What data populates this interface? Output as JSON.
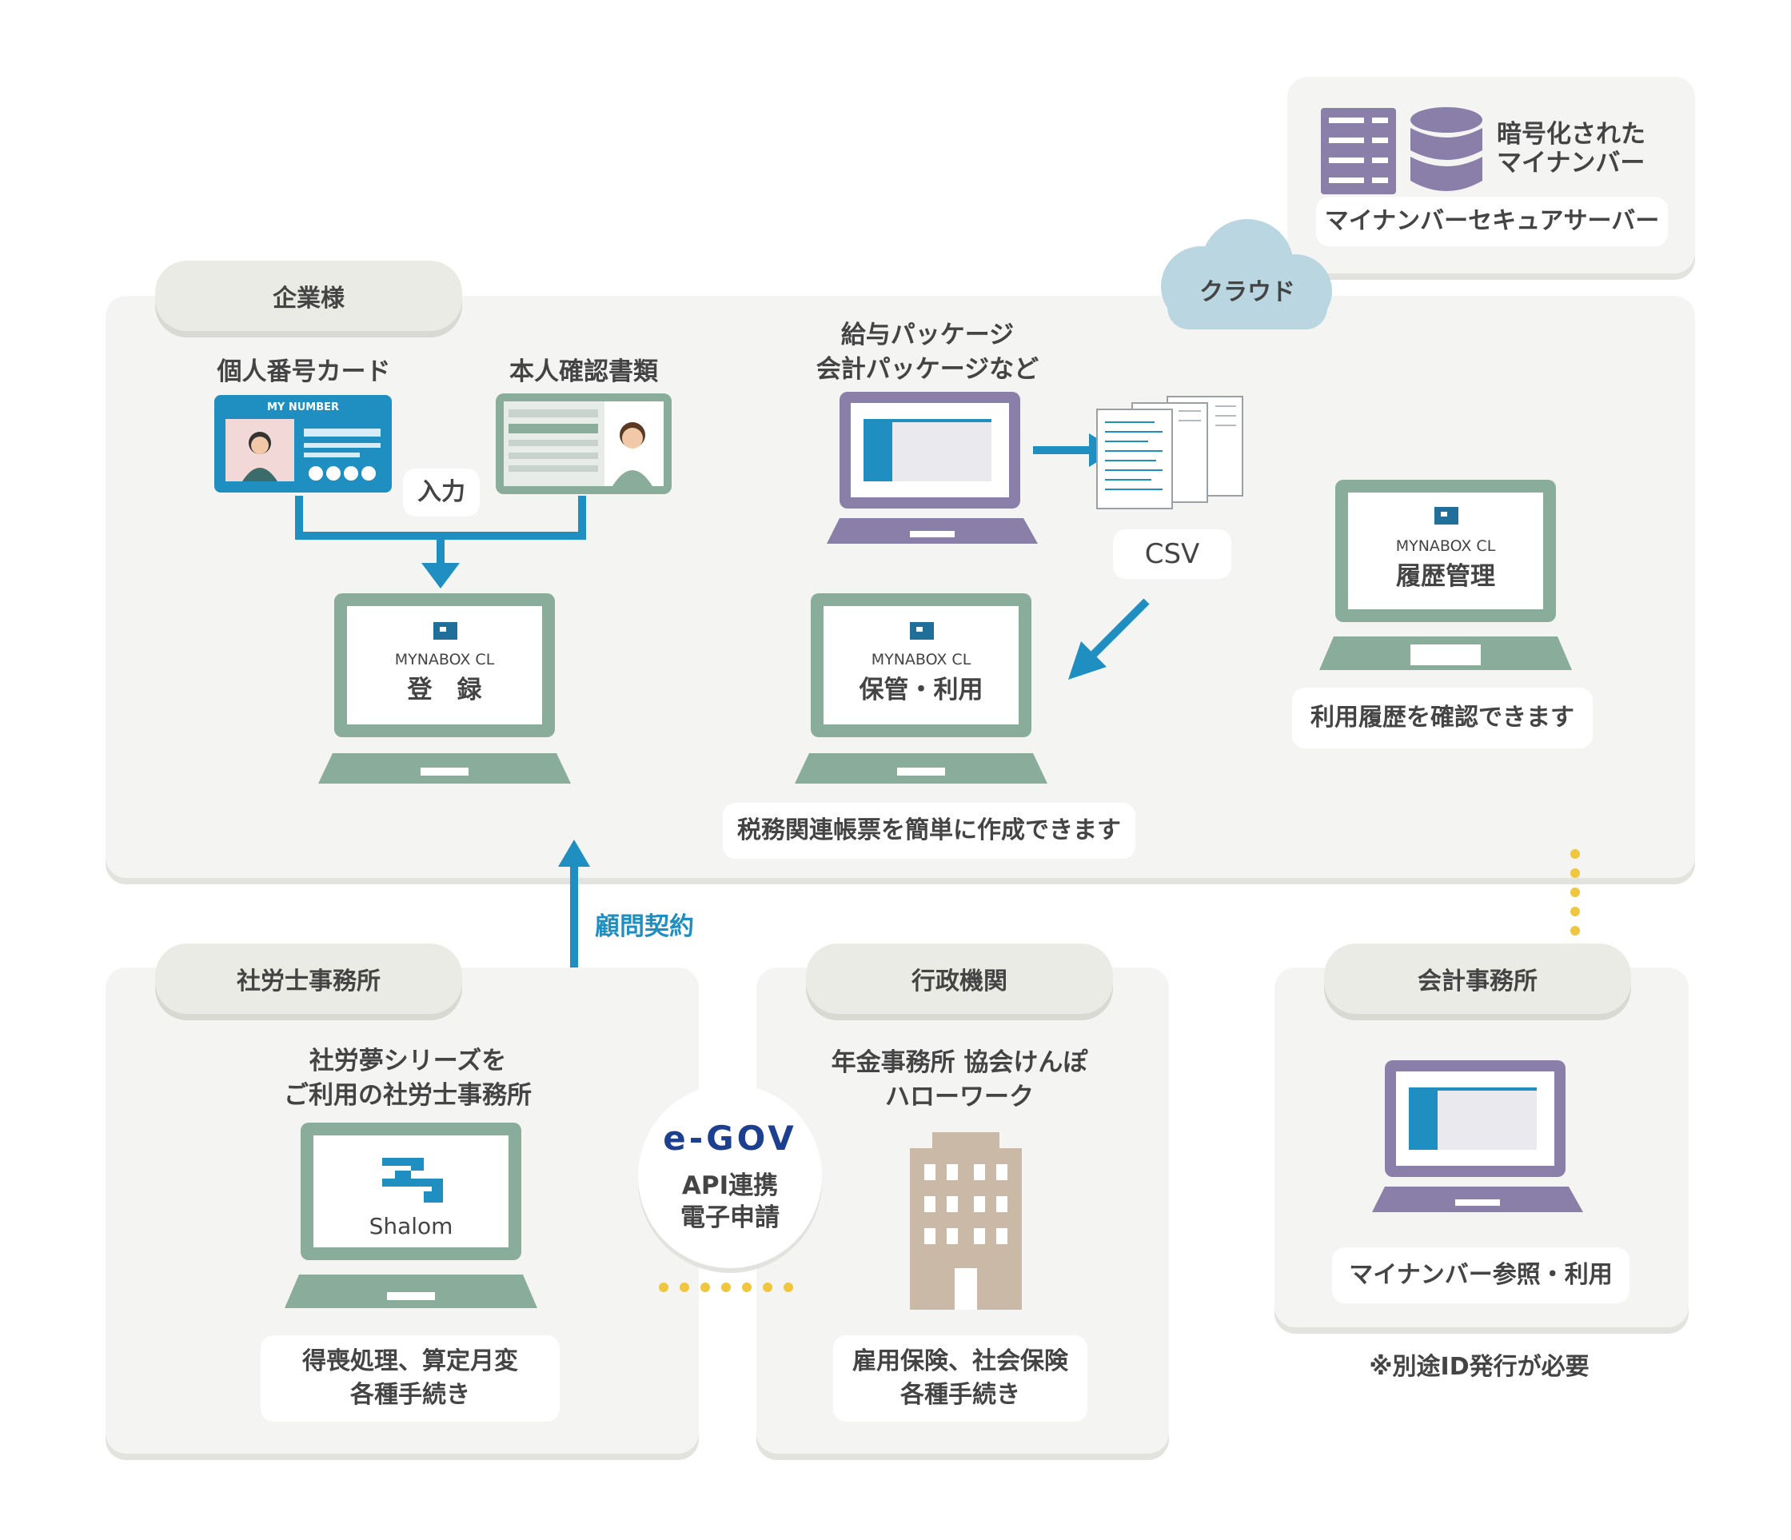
{
  "server": {
    "encrypted_label_l1": "暗号化された",
    "encrypted_label_l2": "マイナンバー",
    "name": "マイナンバーセキュアサーバー"
  },
  "cloud": {
    "label": "クラウド"
  },
  "company": {
    "title": "企業様",
    "card_label": "個人番号カード",
    "card_text": "MY NUMBER",
    "id_docs_label": "本人確認書類",
    "input_label": "入力",
    "register": {
      "brand": "MYNABOX CL",
      "title": "登　録"
    },
    "package_label_l1": "給与パッケージ",
    "package_label_l2": "会計パッケージなど",
    "csv_label": "CSV",
    "storage": {
      "brand": "MYNABOX CL",
      "title": "保管・利用"
    },
    "tax_caption": "税務関連帳票を簡単に作成できます",
    "history": {
      "brand": "MYNABOX CL",
      "title": "履歴管理"
    },
    "history_caption": "利用履歴を確認できます"
  },
  "contract_label": "顧問契約",
  "sharoushi": {
    "title": "社労士事務所",
    "desc_l1": "社労夢シリーズを",
    "desc_l2": "ご利用の社労士事務所",
    "logo_text": "Shalom",
    "caption_l1": "得喪処理、算定月変",
    "caption_l2": "各種手続き"
  },
  "egov": {
    "logo": "e-GOV",
    "line1": "API連携",
    "line2": "電子申請"
  },
  "gov": {
    "title": "行政機関",
    "desc_l1": "年金事務所 協会けんぽ",
    "desc_l2": "ハローワーク",
    "caption_l1": "雇用保険、社会保険",
    "caption_l2": "各種手続き"
  },
  "accounting": {
    "title": "会計事務所",
    "caption": "マイナンバー参照・利用",
    "note": "※別途ID発行が必要"
  },
  "colors": {
    "green": "#8aac9a",
    "purple": "#8a7fa8",
    "blue": "#1f8ec0",
    "cloud": "#b9d6e1",
    "building": "#c9b9a6",
    "dot_yellow": "#f0c63e"
  }
}
